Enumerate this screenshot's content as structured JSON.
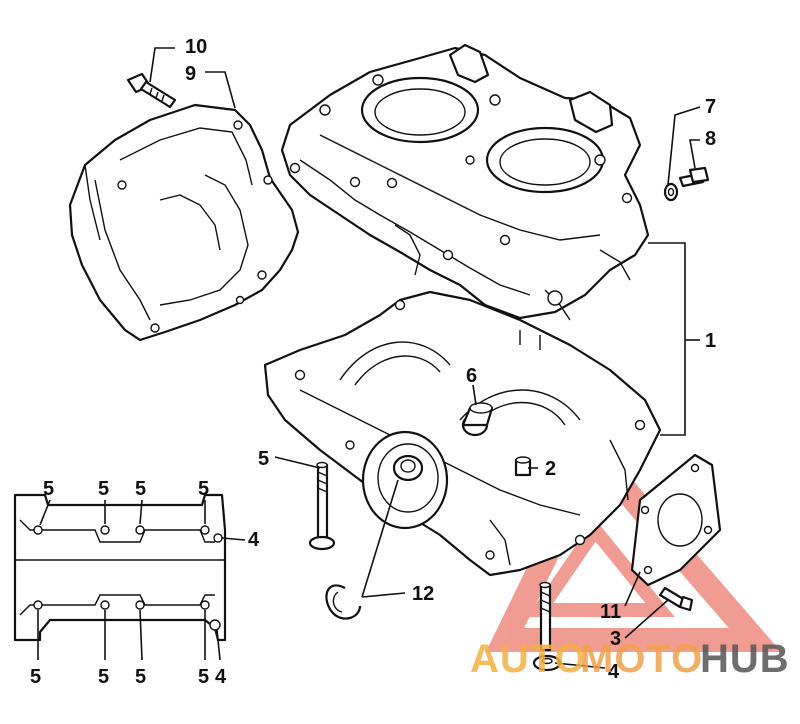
{
  "callouts": {
    "c1": "1",
    "c2": "2",
    "c3": "3",
    "c4a": "4",
    "c4b": "4",
    "c4c": "4",
    "c5a": "5",
    "c5b": "5",
    "c5c": "5",
    "c5d": "5",
    "c5e": "5",
    "c5f": "5",
    "c5g": "5",
    "c5h": "5",
    "c5i": "5",
    "c6": "6",
    "c7": "7",
    "c8": "8",
    "c9": "9",
    "c10": "10",
    "c11": "11",
    "c12": "12"
  },
  "watermark": {
    "part1": "AUTO",
    "part2": "MOTO",
    "part3": "HUB",
    "color_a": "#f5b041",
    "color_b": "#f0a04b",
    "color_c": "#555555",
    "triangle_color": "#e74c3c"
  }
}
